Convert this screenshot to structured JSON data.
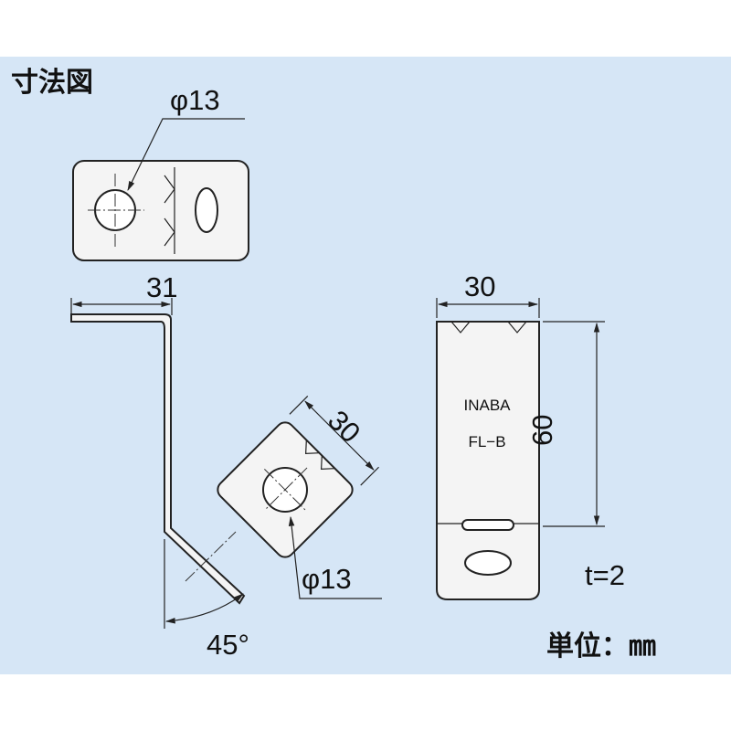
{
  "title": "寸法図",
  "top_view": {
    "hole_label": "φ13"
  },
  "side_view": {
    "width_label": "31",
    "angle_label": "45°"
  },
  "angled_view": {
    "width_label": "30",
    "hole_label": "φ13"
  },
  "front_view": {
    "width_label": "30",
    "height_label": "60",
    "marking_line1": "INABA",
    "marking_line2": "FL−B"
  },
  "thickness_label": "t=2",
  "unit_label": "単位：㎜",
  "colors": {
    "background": "#d6e6f6",
    "line": "#222222"
  }
}
